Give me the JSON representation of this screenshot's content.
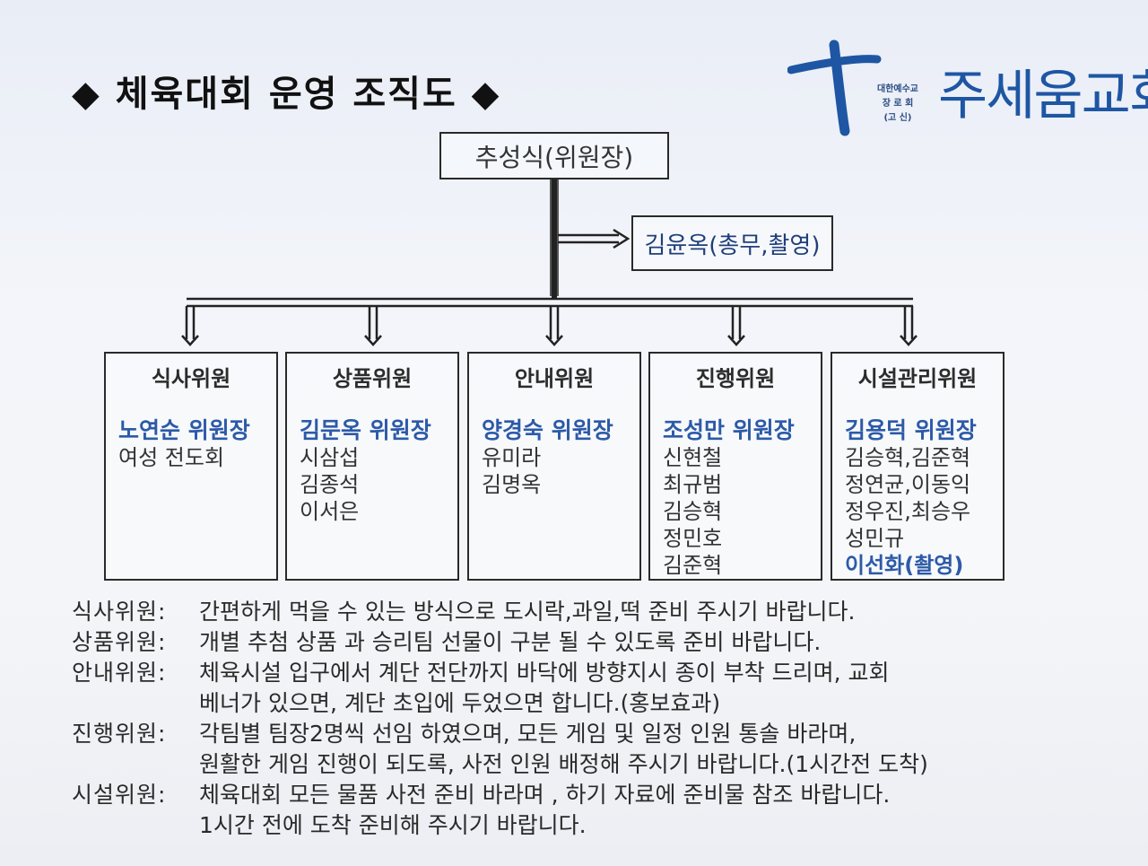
{
  "title": "◆ 체육대회 운영 조직도 ◆",
  "logo": {
    "affiliation": [
      "대한예수교",
      "장 로 회",
      "(고 신)"
    ],
    "church_name": "주세움교회"
  },
  "chief": "추성식(위원장)",
  "secretary": "김윤옥(총무,촬영)",
  "teams": [
    {
      "name": "식사위원",
      "leader": "노연순 위원장",
      "members": [
        "여성 전도회"
      ]
    },
    {
      "name": "상품위원",
      "leader": "김문옥 위원장",
      "members": [
        "시삼섭",
        "김종석",
        "이서은"
      ]
    },
    {
      "name": "안내위원",
      "leader": "양경숙 위원장",
      "members": [
        "유미라",
        "김명옥"
      ]
    },
    {
      "name": "진행위원",
      "leader": "조성만 위원장",
      "members": [
        "신현철",
        "최규범",
        "김승혁",
        "정민호",
        "김준혁"
      ]
    },
    {
      "name": "시설관리위원",
      "leader": "김용덕 위원장",
      "members": [
        "김승혁,김준혁",
        "정연균,이동익",
        "정우진,최승우",
        "성민규"
      ],
      "extra": "이선화(촬영)"
    }
  ],
  "descriptions": [
    {
      "label": "식사위원:",
      "text": "간편하게 먹을 수 있는 방식으로 도시락,과일,떡 준비 주시기 바랍니다."
    },
    {
      "label": "상품위원:",
      "text": "개별 추첨 상품 과 승리팀 선물이 구분 될 수 있도록 준비 바랍니다."
    },
    {
      "label": "안내위원:",
      "text": "체육시설 입구에서 계단 전단까지 바닥에 방향지시 종이 부착 드리며, 교회\n베너가 있으면, 계단 초입에 두었으면 합니다.(홍보효과)"
    },
    {
      "label": "진행위원:",
      "text": "각팀별 팀장2명씩 선임 하였으며, 모든 게임 및 일정 인원 통솔 바라며,\n원활한 게임 진행이 되도록, 사전 인원 배정해 주시기 바랍니다.(1시간전 도착)"
    },
    {
      "label": "시설위원:",
      "text": "체육대회 모든 물품 사전 준비 바라며 , 하기 자료에 준비물 참조 바랍니다.\n1시간 전에 도착 준비해 주시기 바랍니다."
    }
  ]
}
